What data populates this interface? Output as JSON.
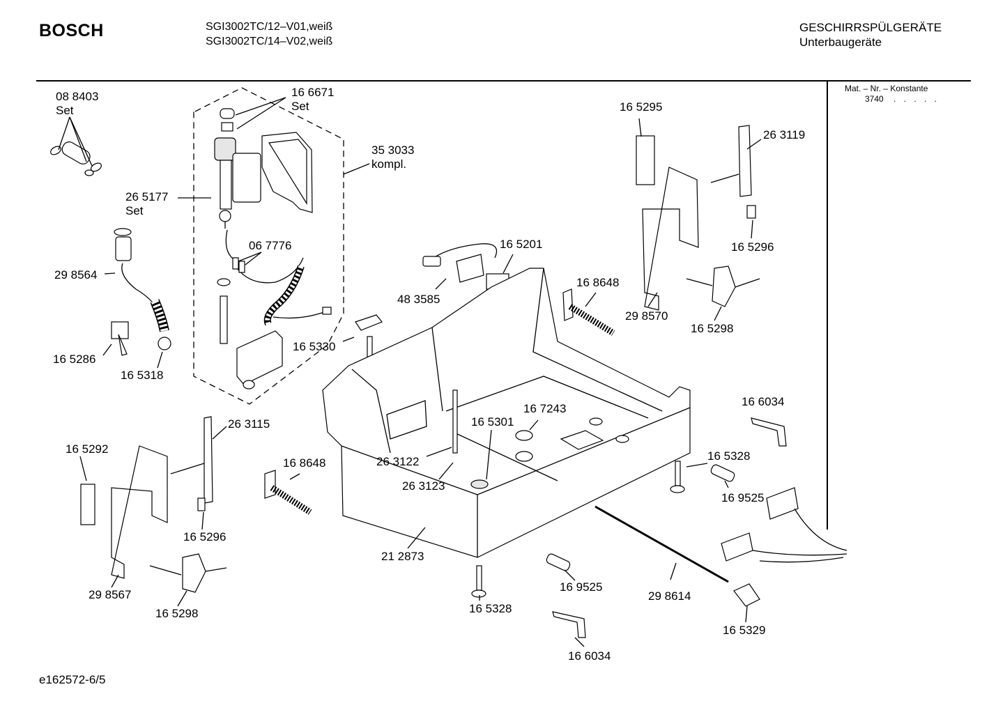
{
  "header": {
    "brand": "BOSCH",
    "models": [
      "SGI3002TC/12–V01,weiß",
      "SGI3002TC/14–V02,weiß"
    ],
    "category": "GESCHIRRSPÜLGERÄTE",
    "subcategory": "Unterbaugeräte"
  },
  "material_box": {
    "title": "Mat. – Nr. – Konstante",
    "value": "3740",
    "dots": ". . . . ."
  },
  "footer": {
    "code": "e162572-6/5"
  },
  "parts": [
    {
      "number": "08 8403",
      "note": "Set"
    },
    {
      "number": "16 6671",
      "note": "Set"
    },
    {
      "number": "35 3033",
      "note": "kompl."
    },
    {
      "number": "26 5177",
      "note": "Set"
    },
    {
      "number": "06 7776",
      "note": ""
    },
    {
      "number": "29 8564",
      "note": ""
    },
    {
      "number": "16 5286",
      "note": ""
    },
    {
      "number": "16 5318",
      "note": ""
    },
    {
      "number": "16 5330",
      "note": ""
    },
    {
      "number": "48 3585",
      "note": ""
    },
    {
      "number": "16 5201",
      "note": ""
    },
    {
      "number": "16 5295",
      "note": ""
    },
    {
      "number": "26 3119",
      "note": ""
    },
    {
      "number": "16 5296",
      "note": ""
    },
    {
      "number": "16 8648",
      "note": ""
    },
    {
      "number": "29 8570",
      "note": ""
    },
    {
      "number": "16 5298",
      "note": ""
    },
    {
      "number": "16 6034",
      "note": ""
    },
    {
      "number": "16 7243",
      "note": ""
    },
    {
      "number": "16 5301",
      "note": ""
    },
    {
      "number": "26 3115",
      "note": ""
    },
    {
      "number": "16 5292",
      "note": ""
    },
    {
      "number": "16 8648",
      "note": ""
    },
    {
      "number": "26 3122",
      "note": ""
    },
    {
      "number": "26 3123",
      "note": ""
    },
    {
      "number": "16 5328",
      "note": ""
    },
    {
      "number": "16 9525",
      "note": ""
    },
    {
      "number": "16 5296",
      "note": ""
    },
    {
      "number": "29 8567",
      "note": ""
    },
    {
      "number": "16 5298",
      "note": ""
    },
    {
      "number": "21 2873",
      "note": ""
    },
    {
      "number": "16 9525",
      "note": ""
    },
    {
      "number": "29 8614",
      "note": ""
    },
    {
      "number": "16 5328",
      "note": ""
    },
    {
      "number": "16 5329",
      "note": ""
    },
    {
      "number": "16 6034",
      "note": ""
    }
  ]
}
